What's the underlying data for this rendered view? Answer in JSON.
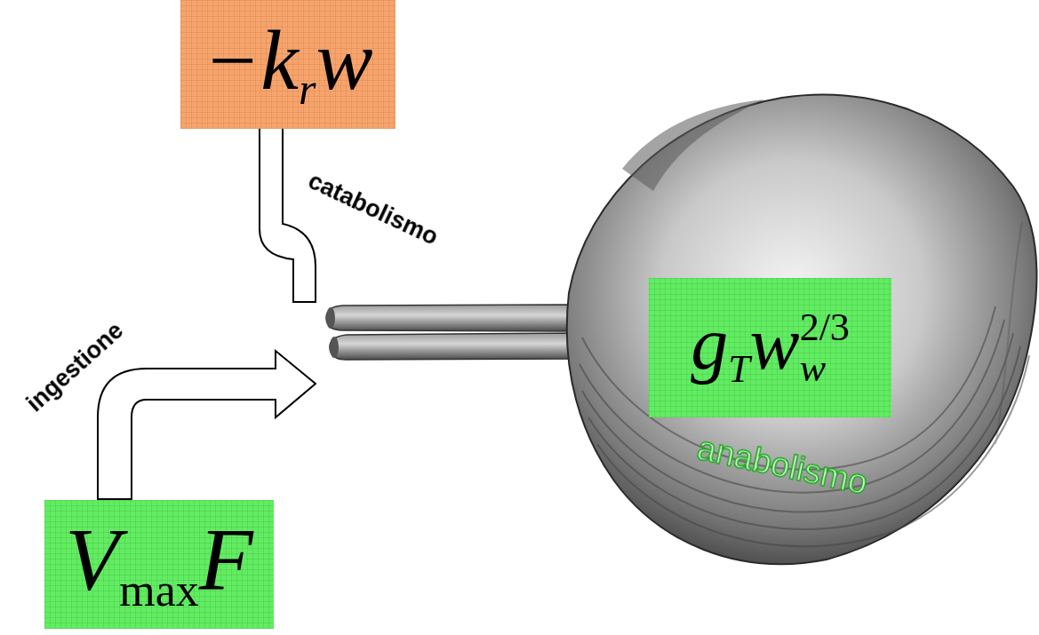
{
  "diagram": {
    "nodes": [
      {
        "text": [
          "−k",
          "r",
          "w"
        ]
      },
      {
        "text": [
          "V",
          "max",
          "F"
        ]
      },
      {
        "text": [
          "g",
          "T",
          "w",
          "w",
          "2/3"
        ]
      }
    ],
    "labels": [
      "catabolismo",
      "ingestione",
      "anabolismo"
    ]
  }
}
